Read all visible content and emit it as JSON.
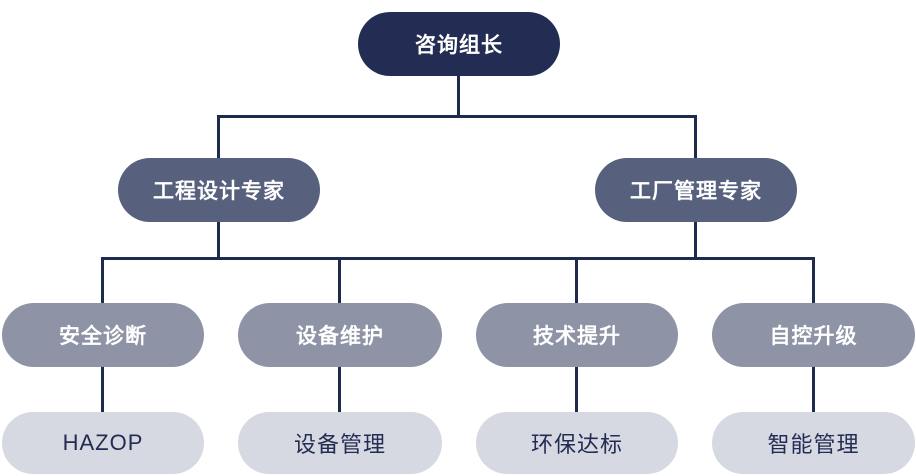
{
  "org_chart": {
    "root": {
      "label": "咨询组长"
    },
    "level2": [
      {
        "label": "工程设计专家"
      },
      {
        "label": "工厂管理专家"
      }
    ],
    "level3": [
      {
        "label": "安全诊断"
      },
      {
        "label": "设备维护"
      },
      {
        "label": "技术提升"
      },
      {
        "label": "自控升级"
      }
    ],
    "level4": [
      {
        "label": "HAZOP"
      },
      {
        "label": "设备管理"
      },
      {
        "label": "环保达标"
      },
      {
        "label": "智能管理"
      }
    ],
    "colors": {
      "root_bg": "#232c52",
      "level2_bg": "#57617e",
      "level3_bg": "#8e94a6",
      "level4_bg": "#d6d9e2",
      "line": "#1f2b4d",
      "text_light": "#ffffff",
      "text_dark": "#232c52"
    }
  }
}
